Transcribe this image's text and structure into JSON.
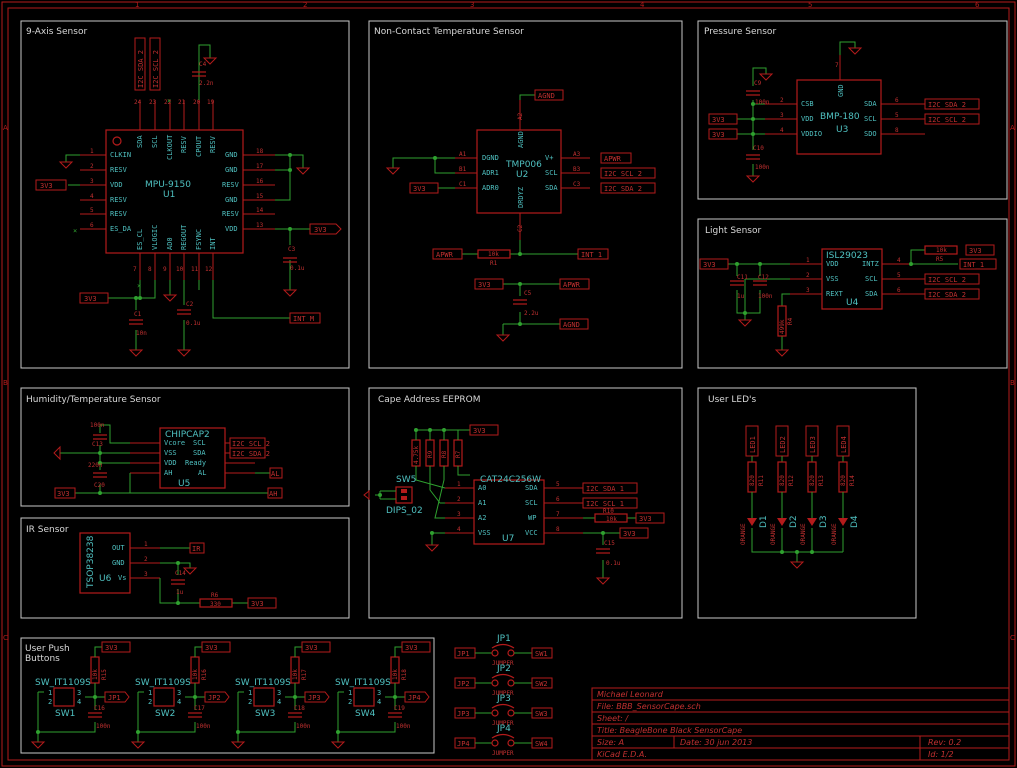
{
  "sections": {
    "nine_axis": "9-Axis Sensor",
    "non_contact": "Non-Contact Temperature Sensor",
    "pressure": "Pressure Sensor",
    "light": "Light Sensor",
    "humidity": "Humidity/Temperature Sensor",
    "eeprom": "Cape Address EEPROM",
    "leds": "User LED's",
    "ir": "IR Sensor",
    "buttons_1": "User Push",
    "buttons_2": "Buttons"
  },
  "u1": {
    "name": "MPU-9150",
    "ref": "U1",
    "left_pins": [
      "CLKIN",
      "RESV",
      "VDD",
      "RESV",
      "RESV",
      "ES_DA"
    ],
    "left_nums": [
      "1",
      "2",
      "3",
      "4",
      "5",
      "6"
    ],
    "right_pins": [
      "GND",
      "GND",
      "RESV",
      "GND",
      "RESV",
      "VDD"
    ],
    "right_nums": [
      "18",
      "17",
      "16",
      "15",
      "14",
      "13"
    ],
    "top_pins": [
      "SDA",
      "SCL",
      "CLKOUT",
      "RESV",
      "CPOUT",
      "RESV"
    ],
    "top_nums": [
      "24",
      "23",
      "22",
      "21",
      "20",
      "19"
    ],
    "bottom_pins": [
      "ES_CL",
      "VLOGIC",
      "AD0",
      "REGOUT",
      "FSYNC",
      "INT"
    ],
    "bottom_nums": [
      "7",
      "8",
      "9",
      "10",
      "11",
      "12"
    ],
    "c4": "C4",
    "c4v": "2.2n",
    "c3": "C3",
    "c3v": "0.1u",
    "c2": "C2",
    "c2v": "0.1u",
    "c1": "C1",
    "c1v": "10n",
    "net_vdd": "3V3",
    "net_int": "INT_M",
    "net_sda": "I2C_SDA_2",
    "net_scl": "I2C_SCL_2"
  },
  "u2": {
    "name": "TMP006",
    "ref": "U2",
    "left": [
      "DGND",
      "ADR1",
      "ADR0"
    ],
    "left_nums": [
      "A1",
      "B1",
      "C1"
    ],
    "right": [
      "V+",
      "SCL",
      "SDA"
    ],
    "right_nums": [
      "A3",
      "B3",
      "C3"
    ],
    "top": "AGND",
    "top_num": "A2",
    "bottom": "DRDYZ",
    "bottom_num": "C2",
    "r1": "R1",
    "r1v": "10k",
    "c5": "C5",
    "c5v": "2.2u",
    "net_agnd": "AGND",
    "net_apwr": "APWR",
    "net_3v3": "3V3",
    "net_scl": "I2C_SCL_2",
    "net_sda": "I2C_SDA_2",
    "net_int": "INT_1"
  },
  "u3": {
    "name": "BMP-180",
    "ref": "U3",
    "left": [
      "CSB",
      "VDD",
      "VDDIO"
    ],
    "left_nums": [
      "2",
      "3",
      "4"
    ],
    "right": [
      "SDA",
      "SCL",
      "SDO"
    ],
    "right_nums": [
      "6",
      "5",
      "8"
    ],
    "top": "GND",
    "top_num": "7",
    "c9": "C9",
    "c9v": "100n",
    "c10": "C10",
    "c10v": "100n",
    "net_3v3": "3V3",
    "net_sda": "I2C_SDA_2",
    "net_scl": "I2C_SCL_2"
  },
  "u4": {
    "name": "ISL29023",
    "ref": "U4",
    "left": [
      "VDD",
      "VSS",
      "REXT"
    ],
    "left_nums": [
      "1",
      "2",
      "3"
    ],
    "right": [
      "INTZ",
      "SCL",
      "SDA"
    ],
    "right_nums": [
      "4",
      "5",
      "6"
    ],
    "c11": "C11",
    "c11v": "1u",
    "c12": "C12",
    "c12v": "100n",
    "r5": "R5",
    "r5v": "10k",
    "r4": "R4",
    "r4v": "499k",
    "net_3v3": "3V3",
    "net_int": "INT_1",
    "net_scl": "I2C_SCL_2",
    "net_sda": "I2C_SDA_2"
  },
  "u5": {
    "name": "CHIPCAP2",
    "ref": "U5",
    "left": [
      "Vcore",
      "VSS",
      "VDD",
      "AH"
    ],
    "right": [
      "SCL",
      "SDA",
      "Ready",
      "AL"
    ],
    "c13": "C13",
    "c13v": "100n",
    "c20": "C20",
    "c20v": "220n",
    "net_3v3": "3V3",
    "net_scl": "I2C_SCL_2",
    "net_sda": "I2C_SDA_2",
    "net_al": "AL",
    "net_ah": "AH"
  },
  "u6": {
    "name": "TSOP38238",
    "ref": "U6",
    "pins": [
      "OUT",
      "GND",
      "Vs"
    ],
    "nums": [
      "1",
      "2",
      "3"
    ],
    "c14": "C14",
    "c14v": "1u",
    "r6": "R6",
    "r6v": "330",
    "net_ir": "IR",
    "net_3v3": "3V3"
  },
  "u7": {
    "name": "CAT24C256W",
    "ref": "U7",
    "left": [
      "A0",
      "A1",
      "A2",
      "VSS"
    ],
    "left_nums": [
      "1",
      "2",
      "3",
      "4"
    ],
    "right": [
      "SDA",
      "SCL",
      "WP",
      "VCC"
    ],
    "right_nums": [
      "5",
      "6",
      "7",
      "8"
    ],
    "sw5": "SW5",
    "sw5_part": "DIPS_02",
    "pullups": [
      "R9",
      "R8",
      "R7",
      "R6"
    ],
    "pullup_v": "4.75k",
    "r10": "R10",
    "r10v": "10k",
    "c15": "C15",
    "c15v": "0.1u",
    "net_3v3": "3V3",
    "net_sda": "I2C_SDA_1",
    "net_scl": "I2C_SCL_1"
  },
  "leds": {
    "nets": [
      "LED1",
      "LED2",
      "LED3",
      "LED4"
    ],
    "resistors": [
      "R11",
      "R12",
      "R13",
      "R14"
    ],
    "res_val": [
      "820",
      "820",
      "820",
      "820"
    ],
    "diodes": [
      "D1",
      "D2",
      "D3",
      "D4"
    ],
    "color": "ORANGE"
  },
  "buttons": [
    {
      "sw": "SW1",
      "part": "SW_IT1109S",
      "r": "R15",
      "rv": "10k",
      "c": "C16",
      "cv": "100n",
      "jp": "JP1",
      "net": "3V3"
    },
    {
      "sw": "SW2",
      "part": "SW_IT1109S",
      "r": "R16",
      "rv": "10k",
      "c": "C17",
      "cv": "100n",
      "jp": "JP2",
      "net": "3V3"
    },
    {
      "sw": "SW3",
      "part": "SW_IT1109S",
      "r": "R17",
      "rv": "10k",
      "c": "C18",
      "cv": "100n",
      "jp": "JP3",
      "net": "3V3"
    },
    {
      "sw": "SW4",
      "part": "SW_IT1109S",
      "r": "R18",
      "rv": "10k",
      "c": "C19",
      "cv": "100n",
      "jp": "JP4",
      "net": "3V3"
    }
  ],
  "jumpers": [
    {
      "ref": "JP1",
      "left": "JP1",
      "right": "SW1",
      "part": "JUMPER"
    },
    {
      "ref": "JP2",
      "left": "JP2",
      "right": "SW2",
      "part": "JUMPER"
    },
    {
      "ref": "JP3",
      "left": "JP3",
      "right": "SW3",
      "part": "JUMPER"
    },
    {
      "ref": "JP4",
      "left": "JP4",
      "right": "SW4",
      "part": "JUMPER"
    }
  ],
  "title_block": {
    "author": "Michael Leonard",
    "file": "File: BBB_SensorCape.sch",
    "sheet": "Sheet: /",
    "title": "Title: BeagleBone Black SensorCape",
    "size": "Size: A",
    "date": "Date: 30 jun 2013",
    "rev": "Rev: 0.2",
    "tool": "KiCad E.D.A.",
    "id": "Id: 1/2"
  },
  "border": {
    "cols": [
      "1",
      "2",
      "3",
      "4",
      "5",
      "6"
    ],
    "rows": [
      "A",
      "B",
      "C"
    ]
  }
}
